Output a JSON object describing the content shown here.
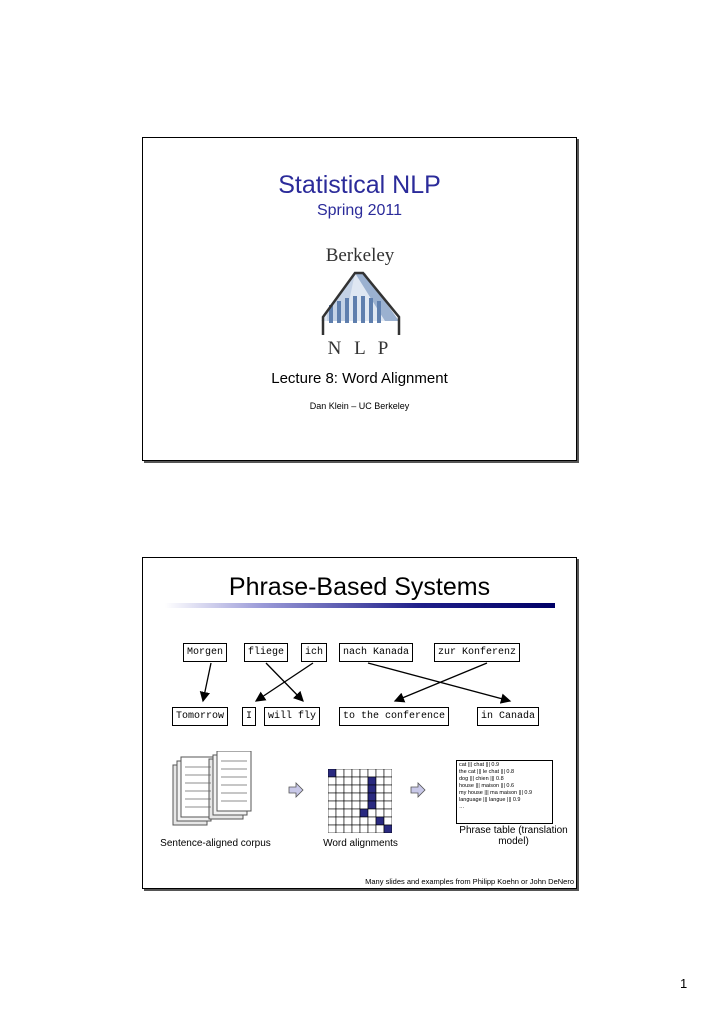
{
  "slide1": {
    "title": "Statistical NLP",
    "subtitle": "Spring 2011",
    "logo_text_top": "Berkeley",
    "logo_text_bottom": "N L P",
    "lecture": "Lecture 8: Word Alignment",
    "author": "Dan Klein – UC Berkeley"
  },
  "slide2": {
    "title": "Phrase-Based Systems",
    "source_words": [
      "Morgen",
      "fliege",
      "ich",
      "nach Kanada",
      "zur Konferenz"
    ],
    "target_words": [
      "Tomorrow",
      "I",
      "will fly",
      "to the conference",
      "in Canada"
    ],
    "phrase_table": [
      "cat ||| chat ||| 0.9",
      "the cat ||| le chat ||| 0.8",
      "dog ||| chien ||| 0.8",
      "house ||| maison ||| 0.6",
      "my house ||| ma maison ||| 0.9",
      "language ||| langue ||| 0.9",
      "…"
    ],
    "captions": {
      "corpus": "Sentence-aligned corpus",
      "alignments": "Word alignments",
      "phrase_table": "Phrase table (translation model)"
    },
    "credit": "Many slides and examples from Philipp Koehn or John DeNero"
  },
  "page_number": "1",
  "colors": {
    "title_blue": "#2b2b9a",
    "cell_navy": "#2a2a80",
    "arrow_fill": "#c8c8e8"
  }
}
